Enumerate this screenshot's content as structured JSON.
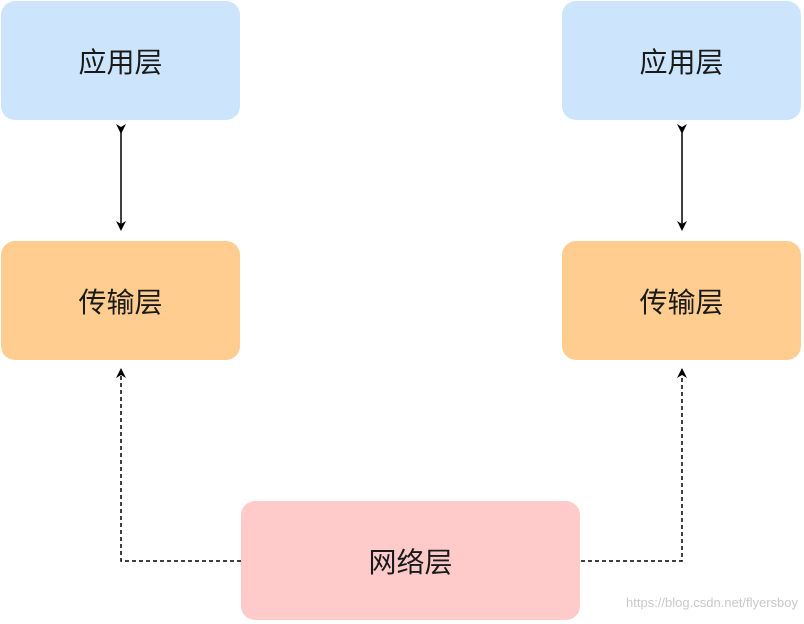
{
  "diagram": {
    "left_stack": {
      "application_layer": "应用层",
      "transport_layer": "传输层"
    },
    "right_stack": {
      "application_layer": "应用层",
      "transport_layer": "传输层"
    },
    "network_layer": "网络层"
  },
  "colors": {
    "application_fill": "#cce5fc",
    "transport_fill": "#fecd8f",
    "network_fill": "#fecbca",
    "line": "#000000"
  },
  "watermark": "https://blog.csdn.net/flyersboy"
}
